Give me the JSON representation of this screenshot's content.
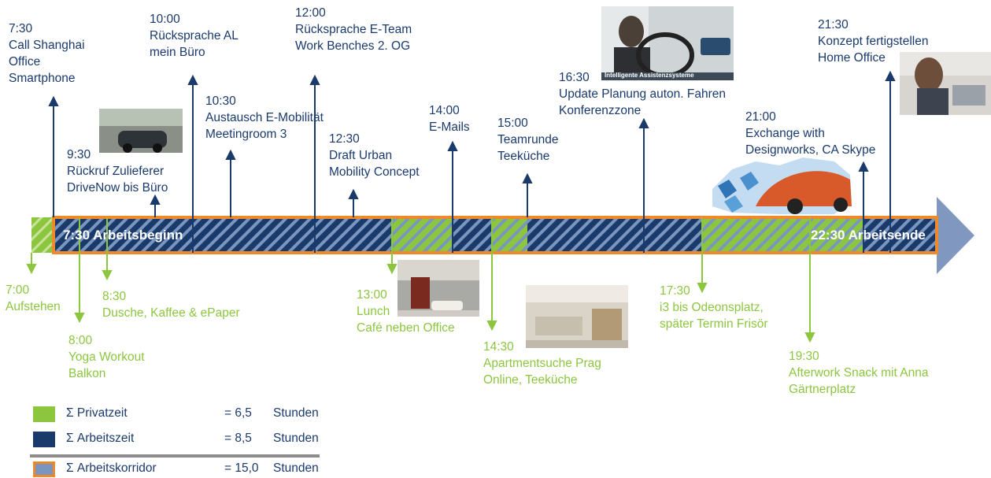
{
  "timeline": {
    "start_label": "7:30 Arbeitsbeginn",
    "end_label": "22:30 Arbeitsende"
  },
  "work_events": [
    {
      "time": "7:30",
      "lines": [
        "Call Shanghai",
        "Office",
        "Smartphone"
      ]
    },
    {
      "time": "9:30",
      "lines": [
        "Rückruf Zulieferer",
        "DriveNow bis Büro"
      ]
    },
    {
      "time": "10:00",
      "lines": [
        "Rücksprache AL",
        "mein Büro"
      ]
    },
    {
      "time": "10:30",
      "lines": [
        "Austausch E-Mobilität",
        "Meetingroom 3"
      ]
    },
    {
      "time": "12:00",
      "lines": [
        "Rücksprache E-Team",
        "Work Benches 2. OG"
      ]
    },
    {
      "time": "12:30",
      "lines": [
        "Draft Urban",
        "Mobility Concept"
      ]
    },
    {
      "time": "14:00",
      "lines": [
        "E-Mails"
      ]
    },
    {
      "time": "15:00",
      "lines": [
        "Teamrunde",
        "Teeküche"
      ]
    },
    {
      "time": "16:30",
      "lines": [
        "Update Planung auton. Fahren",
        "Konferenzzone"
      ]
    },
    {
      "time": "21:00",
      "lines": [
        "Exchange with",
        "Designworks, CA Skype"
      ]
    },
    {
      "time": "21:30",
      "lines": [
        "Konzept fertigstellen",
        "Home Office"
      ]
    }
  ],
  "private_events": [
    {
      "time": "7:00",
      "lines": [
        "Aufstehen"
      ]
    },
    {
      "time": "8:00",
      "lines": [
        "Yoga Workout",
        "Balkon"
      ]
    },
    {
      "time": "8:30",
      "lines": [
        "Dusche, Kaffee & ePaper"
      ]
    },
    {
      "time": "13:00",
      "lines": [
        "Lunch",
        "Café neben Office"
      ]
    },
    {
      "time": "14:30",
      "lines": [
        "Apartmentsuche Prag",
        "Online, Teeküche"
      ]
    },
    {
      "time": "17:30",
      "lines": [
        "i3 bis Odeonsplatz,",
        "später Termin Frisör"
      ]
    },
    {
      "time": "19:30",
      "lines": [
        "Afterwork Snack mit Anna",
        "Gärtnerplatz"
      ]
    }
  ],
  "photo_caption": "Intelligente Assistenzsysteme",
  "legend": [
    {
      "name": "Σ Privatzeit",
      "value": "= 6,5",
      "unit": "Stunden"
    },
    {
      "name": "Σ Arbeitszeit",
      "value": "= 8,5",
      "unit": "Stunden"
    },
    {
      "name": "Σ Arbeitskorridor",
      "value": "= 15,0",
      "unit": "Stunden"
    }
  ],
  "colors": {
    "work": "#1a3a6c",
    "private": "#8cc63f",
    "corridor_border": "#ef8a2b",
    "corridor_fill": "#7a96bf",
    "arrow": "#8098bf"
  }
}
